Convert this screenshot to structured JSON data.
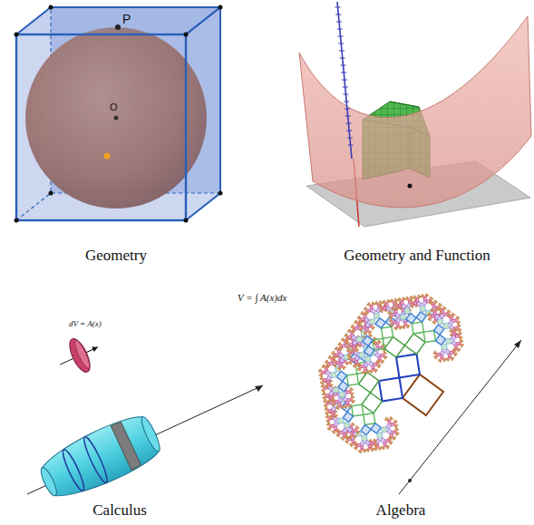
{
  "diagram": {
    "labels": [
      "P",
      "O",
      "Geometry",
      "Geometry and Function",
      "V = ∫ A(x)dx",
      "dV = A(x)",
      "Calculus",
      "Algebra"
    ]
  }
}
